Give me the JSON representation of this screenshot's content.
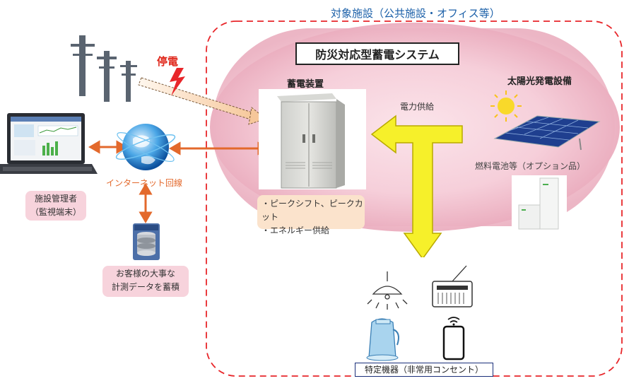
{
  "facility": {
    "label": "対象施設（公共施設・オフィス等）"
  },
  "system": {
    "title": "防災対応型蓄電システム"
  },
  "outage": {
    "label": "停電"
  },
  "storage": {
    "label": "蓄電装置",
    "features": [
      "・ピークシフト、ピークカット",
      "・エネルギー供給"
    ]
  },
  "power_supply": {
    "label": "電力供給"
  },
  "solar": {
    "label": "太陽光発電設備"
  },
  "fuel_cell": {
    "label": "燃料電池等（オプション品）"
  },
  "internet": {
    "label": "インターネット回線"
  },
  "admin": {
    "line1": "施設管理者",
    "line2": "（監視端末）"
  },
  "datacenter": {
    "line1": "お客様の大事な",
    "line2": "計測データを蓄積"
  },
  "equipment": {
    "label": "特定機器（非常用コンセント）"
  },
  "colors": {
    "dashed_border": "#e8262a",
    "pink_zone": "#f4c6d2",
    "arrow_yellow": "#f6f02a",
    "arrow_orange": "#e3692c",
    "title_blue": "#1a5fa8"
  },
  "icons": [
    "power-pole-icon",
    "lightning-icon",
    "laptop-icon",
    "globe-icon",
    "server-icon",
    "storage-cabinet-icon",
    "sun-icon",
    "solar-panel-icon",
    "fuel-cell-icon",
    "ceiling-lamp-icon",
    "radio-icon",
    "electric-pot-icon",
    "smartphone-icon"
  ]
}
